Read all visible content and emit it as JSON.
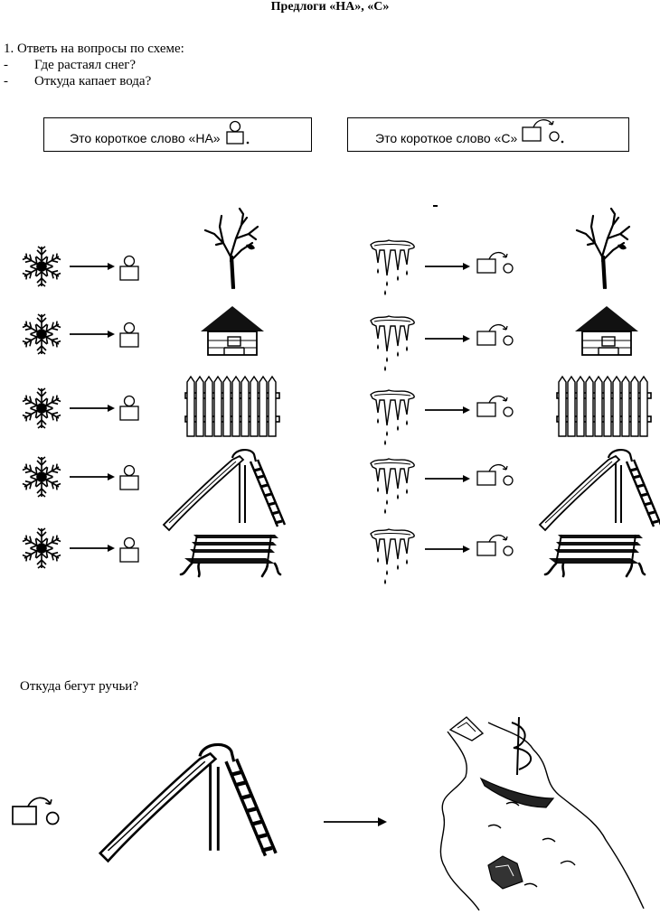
{
  "title": "Предлоги «НА», «С»",
  "task": {
    "heading": "1. Ответь на вопросы по схеме:",
    "questions": [
      {
        "marker": "-",
        "text": "Где растаял снег?"
      },
      {
        "marker": "-",
        "text": "Откуда капает вода?"
      }
    ]
  },
  "rules": {
    "na": "Это короткое слово «НА»",
    "s": "Это короткое слово «С»"
  },
  "left_rows": [
    "tree",
    "house",
    "fence",
    "slide",
    "bench"
  ],
  "right_rows": [
    "tree",
    "house",
    "fence",
    "slide",
    "bench"
  ],
  "question2": "Откуда бегут ручьи?",
  "icons": {
    "snowflake": "snowflake-icon",
    "icicle": "icicle-icon",
    "scheme_na": "circle-on-square-icon",
    "scheme_s": "circle-from-square-icon"
  }
}
